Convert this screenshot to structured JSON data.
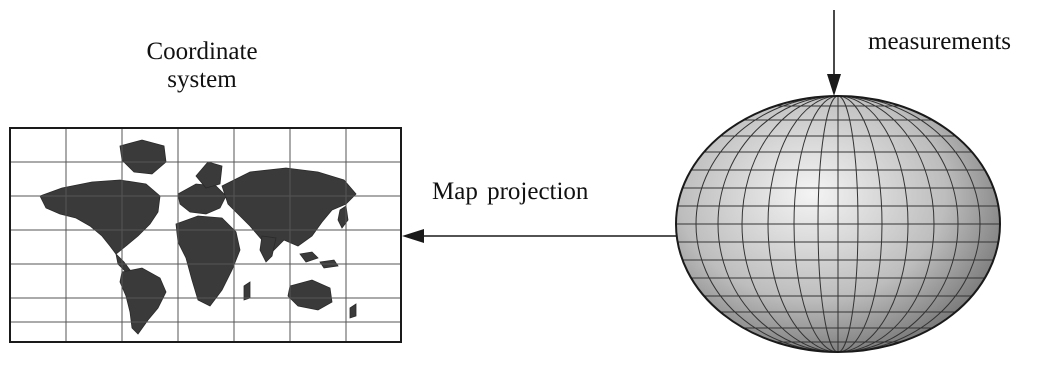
{
  "labels": {
    "coordinate_line1": "Coordinate",
    "coordinate_line2": "system",
    "measurements": "measurements",
    "map_projection": "Map projection"
  },
  "colors": {
    "ink": "#1a1a1a",
    "land": "#3a3a3a",
    "grid": "#444444"
  },
  "icons": {
    "map": "world-map-icon",
    "globe": "globe-icon"
  }
}
